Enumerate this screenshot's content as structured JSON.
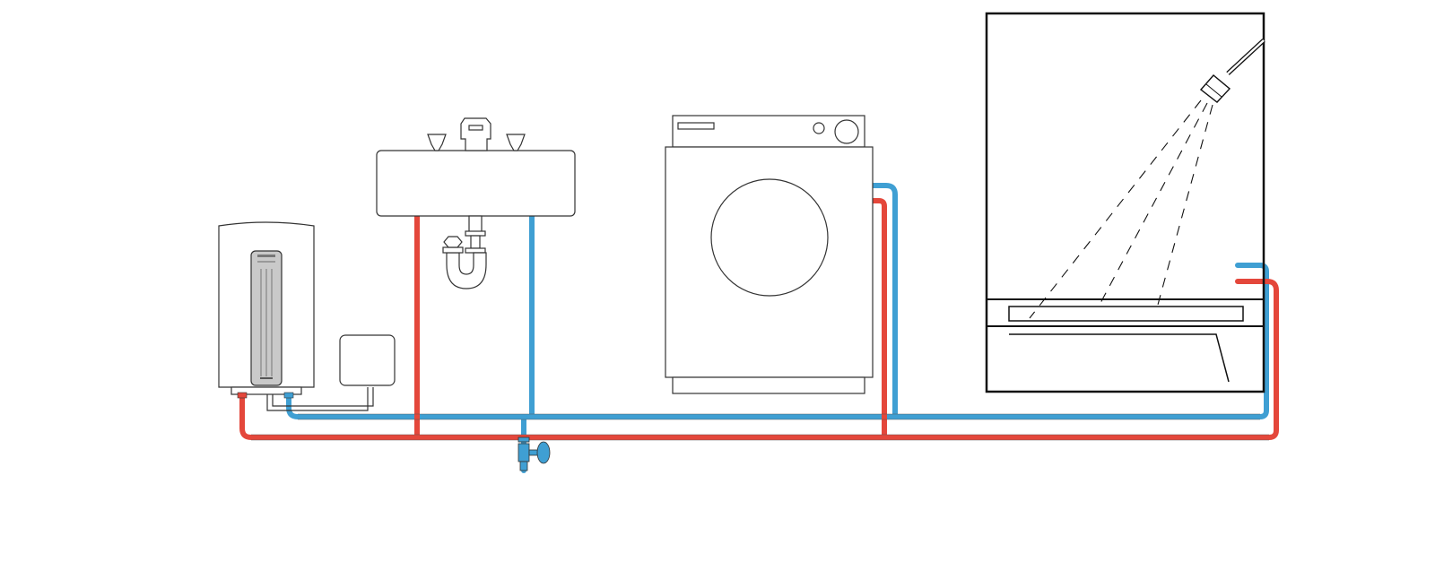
{
  "diagram": {
    "kind": "plumbing-installation-schematic",
    "colors": {
      "hot_water": "#e4473b",
      "cold_water": "#3f9fd3",
      "outline": "#333333",
      "background": "#ffffff",
      "heater_panel": "#c9c9c9"
    },
    "components": [
      {
        "id": "water-heater",
        "icon": "instantaneous-water-heater-icon"
      },
      {
        "id": "control-box",
        "icon": "electrical-box-icon"
      },
      {
        "id": "washbasin",
        "icon": "washbasin-with-mixer-tap-icon"
      },
      {
        "id": "siphon",
        "icon": "sink-trap-icon"
      },
      {
        "id": "washing-machine",
        "icon": "washing-machine-icon"
      },
      {
        "id": "shower",
        "icon": "shower-cabin-icon"
      },
      {
        "id": "main-valve",
        "icon": "shutoff-valve-icon"
      }
    ],
    "pipes": [
      {
        "id": "hot-supply-line",
        "type": "hot"
      },
      {
        "id": "cold-supply-line",
        "type": "cold"
      }
    ]
  }
}
